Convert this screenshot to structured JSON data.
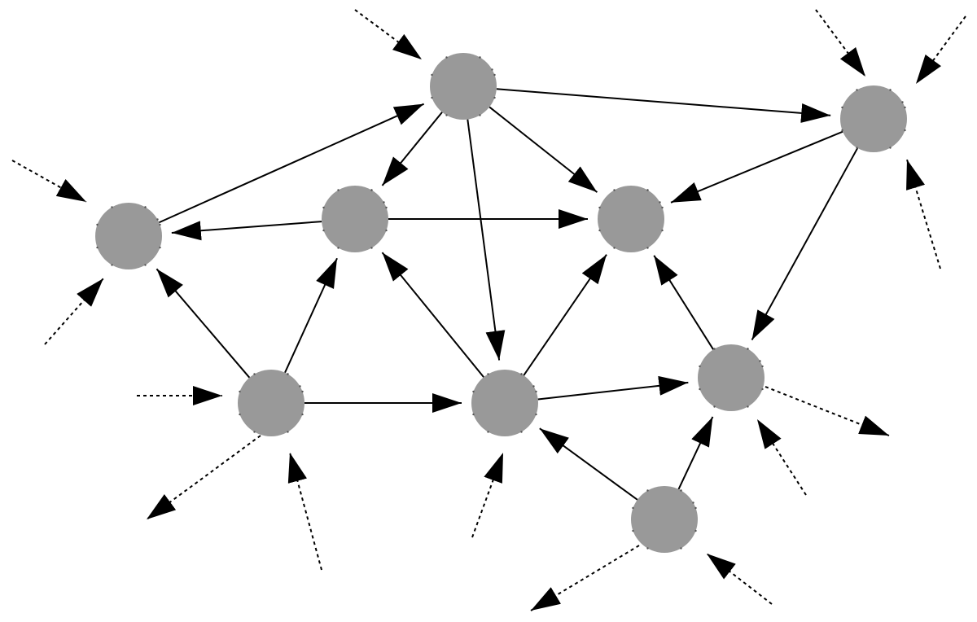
{
  "diagram": {
    "type": "directed-network",
    "colors": {
      "node_fill": "#999999",
      "edge": "#000000",
      "background": "#ffffff"
    },
    "nodes": [
      {
        "id": "top"
      },
      {
        "id": "top-right"
      },
      {
        "id": "far-left"
      },
      {
        "id": "left-center"
      },
      {
        "id": "center-right"
      },
      {
        "id": "bottom-left"
      },
      {
        "id": "bottom-center"
      },
      {
        "id": "right-middle"
      },
      {
        "id": "bottom-right"
      }
    ],
    "edges": [
      {
        "from": "top",
        "to": "top-right"
      },
      {
        "from": "top",
        "to": "left-center"
      },
      {
        "from": "top",
        "to": "center-right"
      },
      {
        "from": "top",
        "to": "bottom-center"
      },
      {
        "from": "far-left",
        "to": "top"
      },
      {
        "from": "left-center",
        "to": "far-left"
      },
      {
        "from": "left-center",
        "to": "center-right"
      },
      {
        "from": "top-right",
        "to": "center-right"
      },
      {
        "from": "top-right",
        "to": "right-middle"
      },
      {
        "from": "bottom-left",
        "to": "far-left"
      },
      {
        "from": "bottom-left",
        "to": "left-center"
      },
      {
        "from": "bottom-left",
        "to": "bottom-center"
      },
      {
        "from": "bottom-center",
        "to": "left-center"
      },
      {
        "from": "bottom-center",
        "to": "center-right"
      },
      {
        "from": "bottom-center",
        "to": "right-middle"
      },
      {
        "from": "right-middle",
        "to": "center-right"
      },
      {
        "from": "bottom-right",
        "to": "bottom-center"
      },
      {
        "from": "bottom-right",
        "to": "right-middle"
      }
    ],
    "external_edges": [
      {
        "node": "top",
        "direction": "in"
      },
      {
        "node": "top-right",
        "direction": "in"
      },
      {
        "node": "top-right",
        "direction": "in"
      },
      {
        "node": "top-right",
        "direction": "in"
      },
      {
        "node": "far-left",
        "direction": "in"
      },
      {
        "node": "far-left",
        "direction": "in"
      },
      {
        "node": "bottom-left",
        "direction": "in"
      },
      {
        "node": "bottom-left",
        "direction": "in"
      },
      {
        "node": "bottom-left",
        "direction": "out"
      },
      {
        "node": "bottom-center",
        "direction": "in"
      },
      {
        "node": "right-middle",
        "direction": "out"
      },
      {
        "node": "right-middle",
        "direction": "in"
      },
      {
        "node": "bottom-right",
        "direction": "out"
      },
      {
        "node": "bottom-right",
        "direction": "in"
      }
    ]
  }
}
